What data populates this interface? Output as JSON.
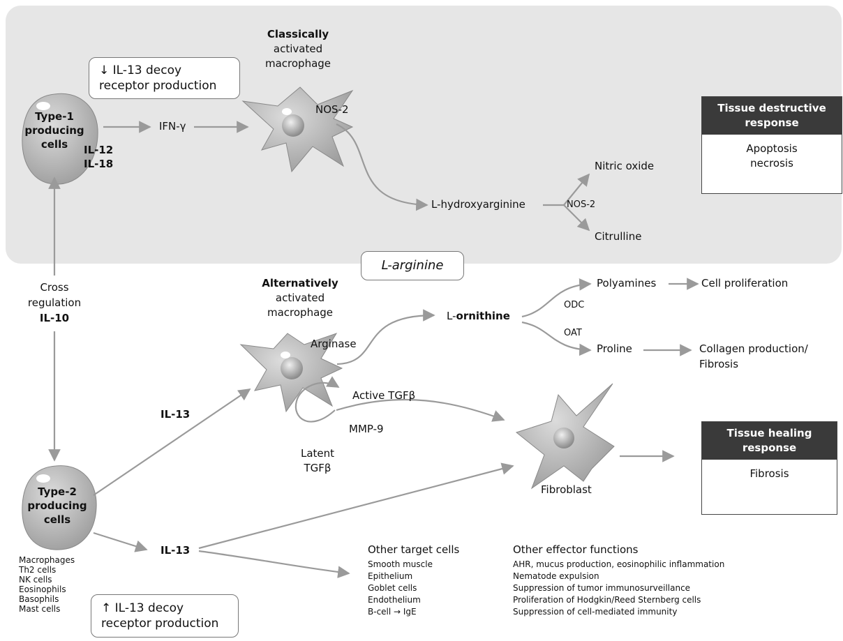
{
  "top_panel": {
    "classical_macrophage": {
      "title": "Classically",
      "line2": "activated",
      "line3": "macrophage"
    },
    "decoy_down": {
      "arrow": "↓",
      "line1": "IL-13 decoy",
      "line2": "receptor production"
    },
    "type1": {
      "line1": "Type-1",
      "line2": "producing",
      "line3": "cells"
    },
    "il12": "IL-12",
    "il18": "IL-18",
    "ifn": "IFN-γ",
    "nos2_macrophage": "NOS-2",
    "hydroxyarginine": "L-hydroxyarginine",
    "nos2_branch": "NOS-2",
    "nitric_oxide": "Nitric oxide",
    "citrulline": "Citrulline",
    "destructive": {
      "head1": "Tissue destructive",
      "head2": "response",
      "body1": "Apoptosis",
      "body2": "necrosis"
    }
  },
  "larginine": "L-arginine",
  "cross_regulation": {
    "line1": "Cross",
    "line2": "regulation",
    "line3": "IL-10"
  },
  "alt_macrophage": {
    "title": "Alternatively",
    "line2": "activated",
    "line3": "macrophage"
  },
  "arginase": "Arginase",
  "ornithine": {
    "prefix": "L-",
    "bold": "ornithine"
  },
  "odc": "ODC",
  "oat": "OAT",
  "polyamines": "Polyamines",
  "cell_proliferation": "Cell proliferation",
  "proline": "Proline",
  "collagen": {
    "line1": "Collagen production/",
    "line2": "Fibrosis"
  },
  "active_tgf": "Active TGFβ",
  "mmp9": "MMP-9",
  "latent_tgf": {
    "line1": "Latent",
    "line2": "TGFβ"
  },
  "il13_upper": "IL-13",
  "il13_lower": "IL-13",
  "fibroblast": "Fibroblast",
  "healing": {
    "head1": "Tissue healing",
    "head2": "response",
    "body1": "Fibrosis"
  },
  "type2": {
    "line1": "Type-2",
    "line2": "producing",
    "line3": "cells"
  },
  "type2_cells": [
    "Macrophages",
    "Th2 cells",
    "NK cells",
    "Eosinophils",
    "Basophils",
    "Mast cells"
  ],
  "decoy_up": {
    "arrow": "↑",
    "line1": "IL-13 decoy",
    "line2": "receptor production"
  },
  "other_targets": {
    "title": "Other target cells",
    "items": [
      "Smooth muscle",
      "Epithelium",
      "Goblet cells",
      "Endothelium",
      "B-cell → IgE"
    ]
  },
  "other_effectors": {
    "title": "Other effector functions",
    "items": [
      "AHR, mucus production, eosinophilic inflammation",
      "Nematode expulsion",
      "Suppression of tumor immunosurveillance",
      "Proliferation of Hodgkin/Reed Sternberg cells",
      "Suppression of cell-mediated immunity"
    ]
  },
  "colors": {
    "panel": "#e6e6e6",
    "arrow": "#9a9a9a",
    "cell": "#bdbdbd",
    "header": "#3a3a3a"
  }
}
